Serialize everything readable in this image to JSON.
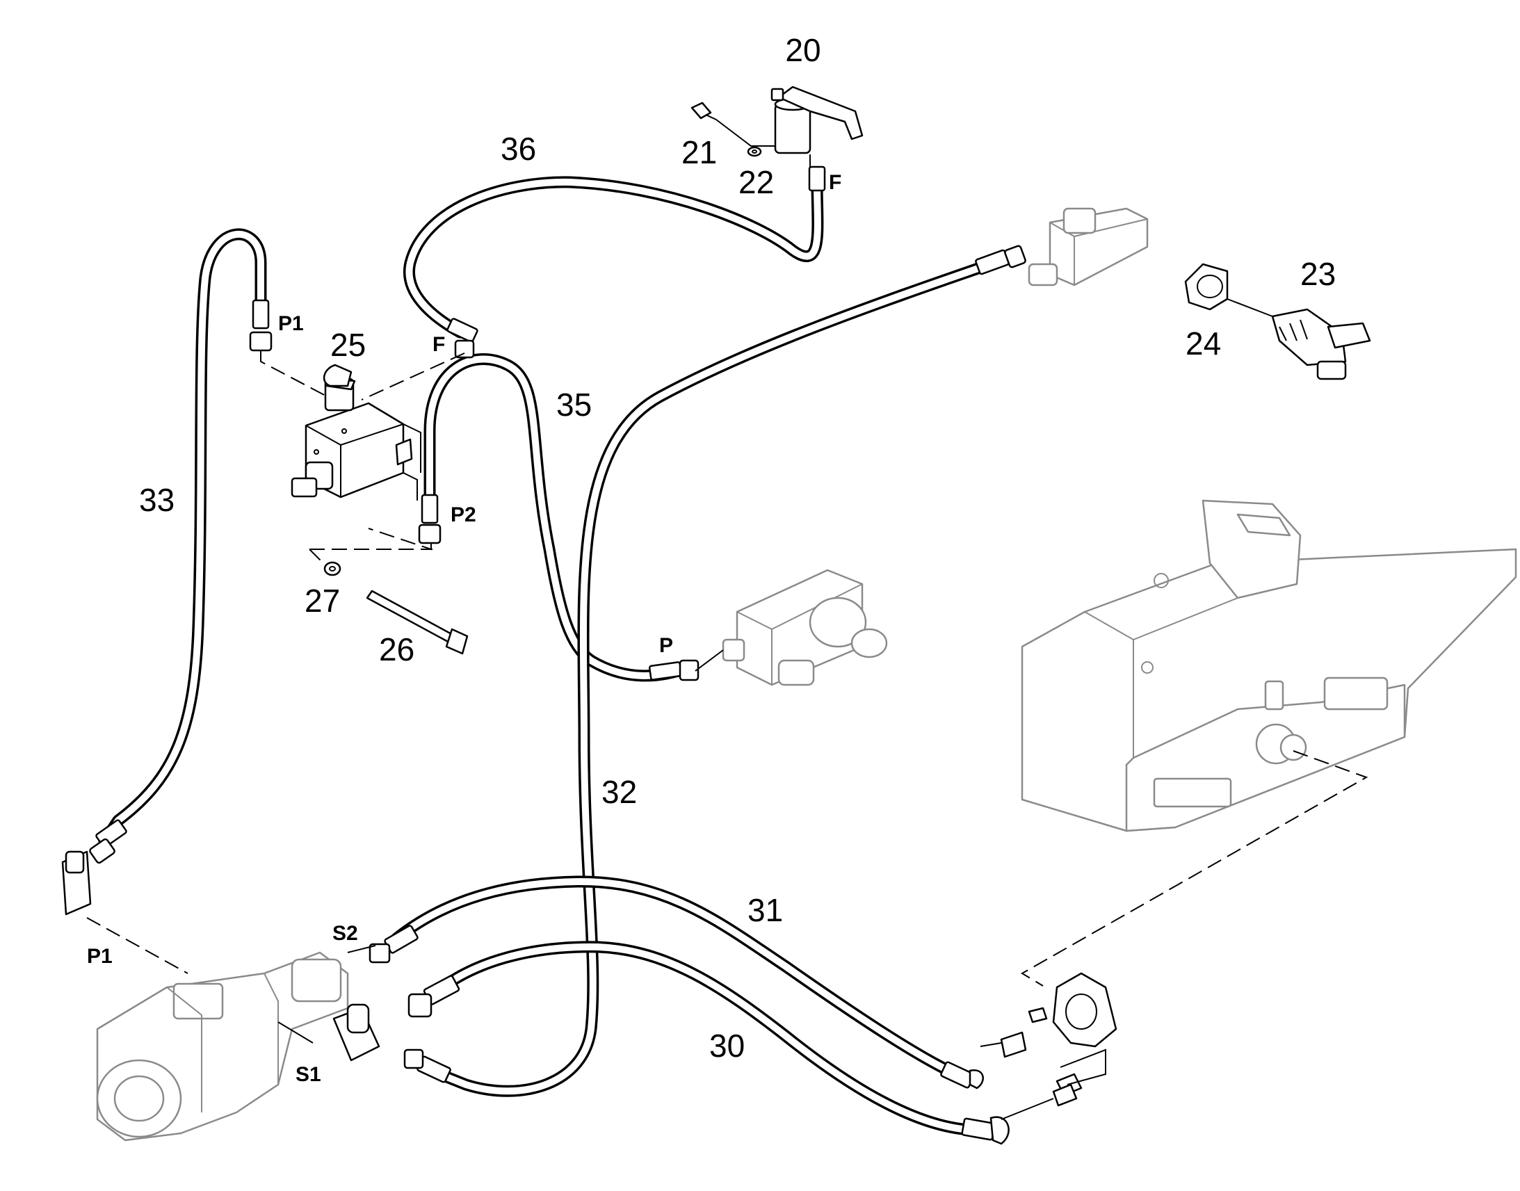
{
  "callouts": [
    {
      "id": "c20",
      "text": "20"
    },
    {
      "id": "c21",
      "text": "21"
    },
    {
      "id": "c22",
      "text": "22"
    },
    {
      "id": "c23",
      "text": "23"
    },
    {
      "id": "c24",
      "text": "24"
    },
    {
      "id": "c25",
      "text": "25"
    },
    {
      "id": "c26",
      "text": "26"
    },
    {
      "id": "c27",
      "text": "27"
    },
    {
      "id": "c30",
      "text": "30"
    },
    {
      "id": "c31",
      "text": "31"
    },
    {
      "id": "c32",
      "text": "32"
    },
    {
      "id": "c33",
      "text": "33"
    },
    {
      "id": "c35",
      "text": "35"
    },
    {
      "id": "c36",
      "text": "36"
    }
  ],
  "ports": {
    "p1_valve": "P1",
    "f_valve": "F",
    "p2_valve": "P2",
    "f_filter": "F",
    "p_block": "P",
    "p1_pump": "P1",
    "s2_pump": "S2",
    "s1_pump": "S1"
  }
}
